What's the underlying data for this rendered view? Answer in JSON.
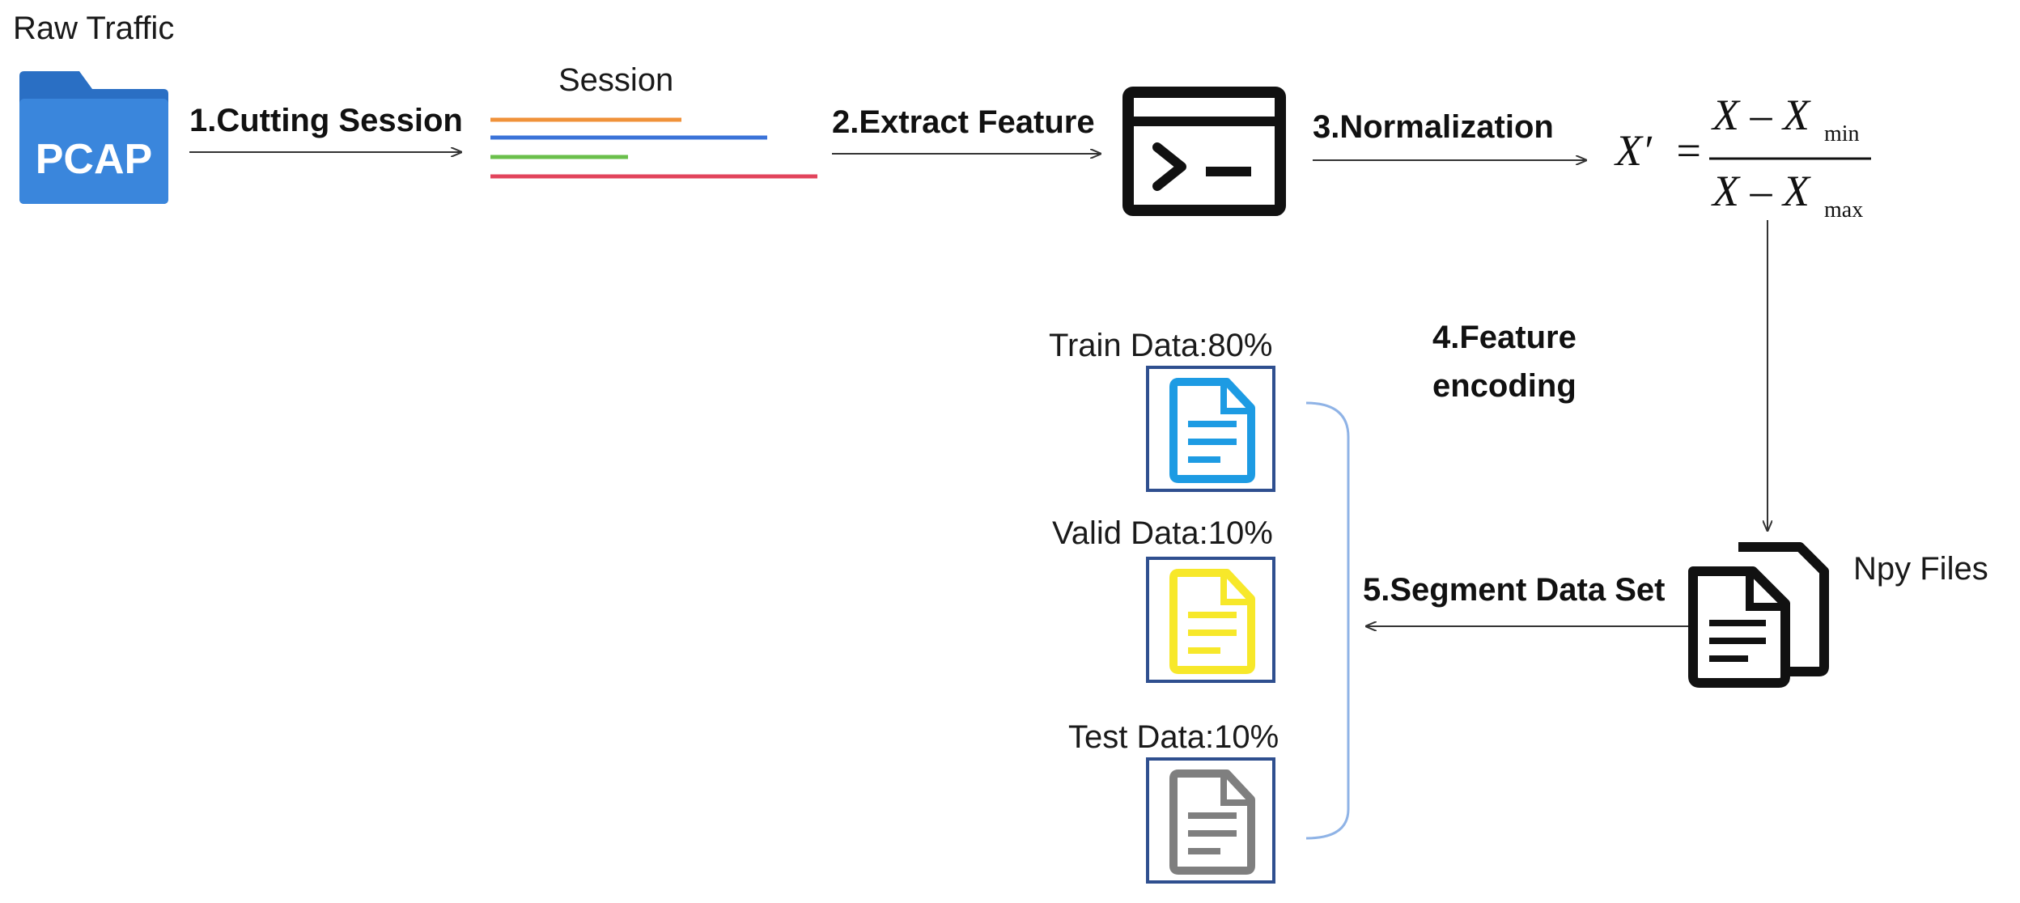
{
  "source": {
    "label": "Raw Traffic",
    "icon": "folder-icon",
    "icon_text": "PCAP",
    "icon_color": "#2f7fd6"
  },
  "steps": {
    "s1": "1.Cutting Session",
    "s2": "2.Extract Feature",
    "s3": "3.Normalization",
    "s4_line1": "4.Feature",
    "s4_line2": "encoding",
    "s5": "5.Segment Data Set"
  },
  "session": {
    "label": "Session",
    "line_colors": [
      "#f0923a",
      "#3b73d8",
      "#6abf4b",
      "#e2445c"
    ]
  },
  "terminal": {
    "icon": "terminal-icon"
  },
  "formula": {
    "lhs": "X′",
    "equals": "=",
    "num_main": "X – X",
    "num_sub": "min",
    "den_main": "X – X",
    "den_sub": "max"
  },
  "npy": {
    "label": "Npy Files",
    "icon": "stacked-files-icon"
  },
  "datasets": [
    {
      "label": "Train Data:80%",
      "color": "#1d9be3",
      "icon": "document-icon"
    },
    {
      "label": "Valid Data:10%",
      "color": "#f7e82a",
      "icon": "document-icon"
    },
    {
      "label": "Test Data:10%",
      "color": "#7f7f7f",
      "icon": "document-icon"
    }
  ],
  "colors": {
    "box_border": "#2f4f8f",
    "bracket": "#8fb3e6",
    "arrow": "#333333"
  }
}
